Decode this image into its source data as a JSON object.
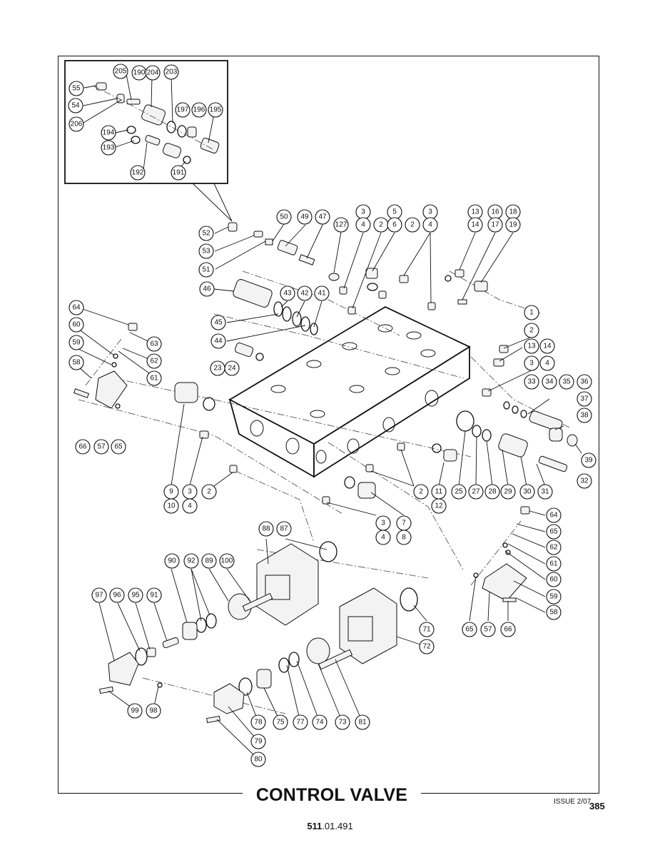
{
  "title": "CONTROL VALVE",
  "issue": "ISSUE 2/07",
  "page_number": "385",
  "doc_number_bold": "511",
  "doc_number_rest": ".01.491",
  "callouts": [
    "205",
    "190",
    "204",
    "203",
    "55",
    "54",
    "206",
    "197",
    "196",
    "195",
    "194",
    "193",
    "192",
    "191",
    "52",
    "53",
    "51",
    "50",
    "49",
    "47",
    "127",
    "3",
    "4",
    "2",
    "5",
    "6",
    "2",
    "3",
    "4",
    "13",
    "14",
    "16",
    "17",
    "18",
    "19",
    "46",
    "43",
    "42",
    "41",
    "45",
    "44",
    "23",
    "24",
    "1",
    "2",
    "13",
    "14",
    "3",
    "4",
    "33",
    "34",
    "35",
    "36",
    "37",
    "38",
    "39",
    "32",
    "64",
    "60",
    "63",
    "59",
    "62",
    "61",
    "58",
    "66",
    "57",
    "65",
    "9",
    "10",
    "3",
    "4",
    "2",
    "2",
    "11",
    "12",
    "25",
    "27",
    "28",
    "29",
    "30",
    "31",
    "3",
    "4",
    "7",
    "8",
    "88",
    "87",
    "64",
    "65",
    "62",
    "61",
    "60",
    "59",
    "58",
    "90",
    "92",
    "89",
    "100",
    "97",
    "96",
    "95",
    "91",
    "71",
    "72",
    "65",
    "57",
    "66",
    "99",
    "98",
    "78",
    "75",
    "77",
    "74",
    "73",
    "81",
    "79",
    "80"
  ]
}
